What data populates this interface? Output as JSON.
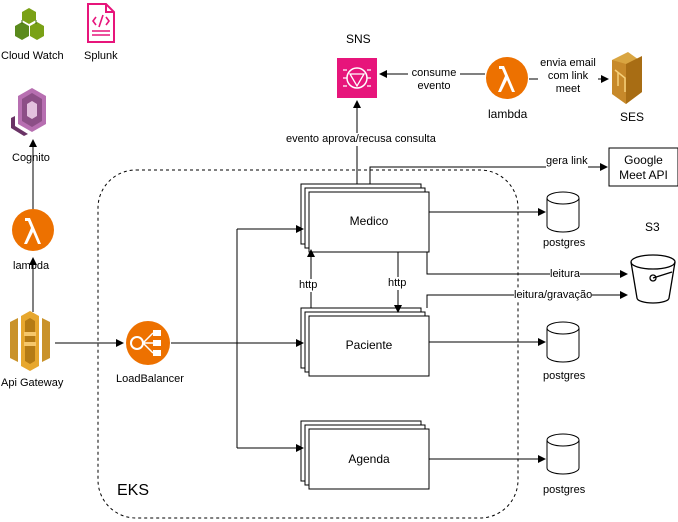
{
  "diagram": {
    "eks": {
      "label": "EKS"
    },
    "sns": {
      "label": "SNS"
    },
    "s3": {
      "label": "S3"
    },
    "icons": {
      "cloudwatch": {
        "label": "Cloud Watch",
        "icon": "cloudwatch-icon",
        "color": "#6A8D33"
      },
      "splunk": {
        "label": "Splunk",
        "icon": "splunk-icon",
        "color": "#E7157B"
      },
      "cognito": {
        "label": "Cognito",
        "icon": "cognito-icon",
        "color": "#7E3F7C"
      },
      "lambda_left": {
        "label": "lambda",
        "icon": "lambda-icon",
        "color": "#ED7100"
      },
      "api_gateway": {
        "label": "Api Gateway",
        "icon": "api-gateway-icon",
        "color": "#C9922A"
      },
      "load_balancer": {
        "label": "LoadBalancer",
        "icon": "load-balancer-icon",
        "color": "#ED7100"
      },
      "sns": {
        "icon": "sns-icon",
        "color": "#E7157B"
      },
      "lambda_top": {
        "label": "lambda",
        "icon": "lambda-icon",
        "color": "#ED7100"
      },
      "ses": {
        "label": "SES",
        "icon": "ses-icon",
        "color": "#C9922A"
      }
    },
    "services": {
      "medico": "Medico",
      "paciente": "Paciente",
      "agenda": "Agenda"
    },
    "databases": {
      "db1": "postgres",
      "db2": "postgres",
      "db3": "postgres"
    },
    "google_meet": {
      "line1": "Google",
      "line2": "Meet API"
    },
    "edges": {
      "consume": {
        "line1": "consume",
        "line2": "evento"
      },
      "envia": {
        "line1": "envia email",
        "line2": "com link",
        "line3": "meet"
      },
      "evento_aprova": "evento aprova/recusa consulta",
      "gera_link": "gera link",
      "http_left": "http",
      "http_right": "http",
      "leitura": "leitura",
      "leitura_gravacao": "leitura/gravação"
    }
  }
}
